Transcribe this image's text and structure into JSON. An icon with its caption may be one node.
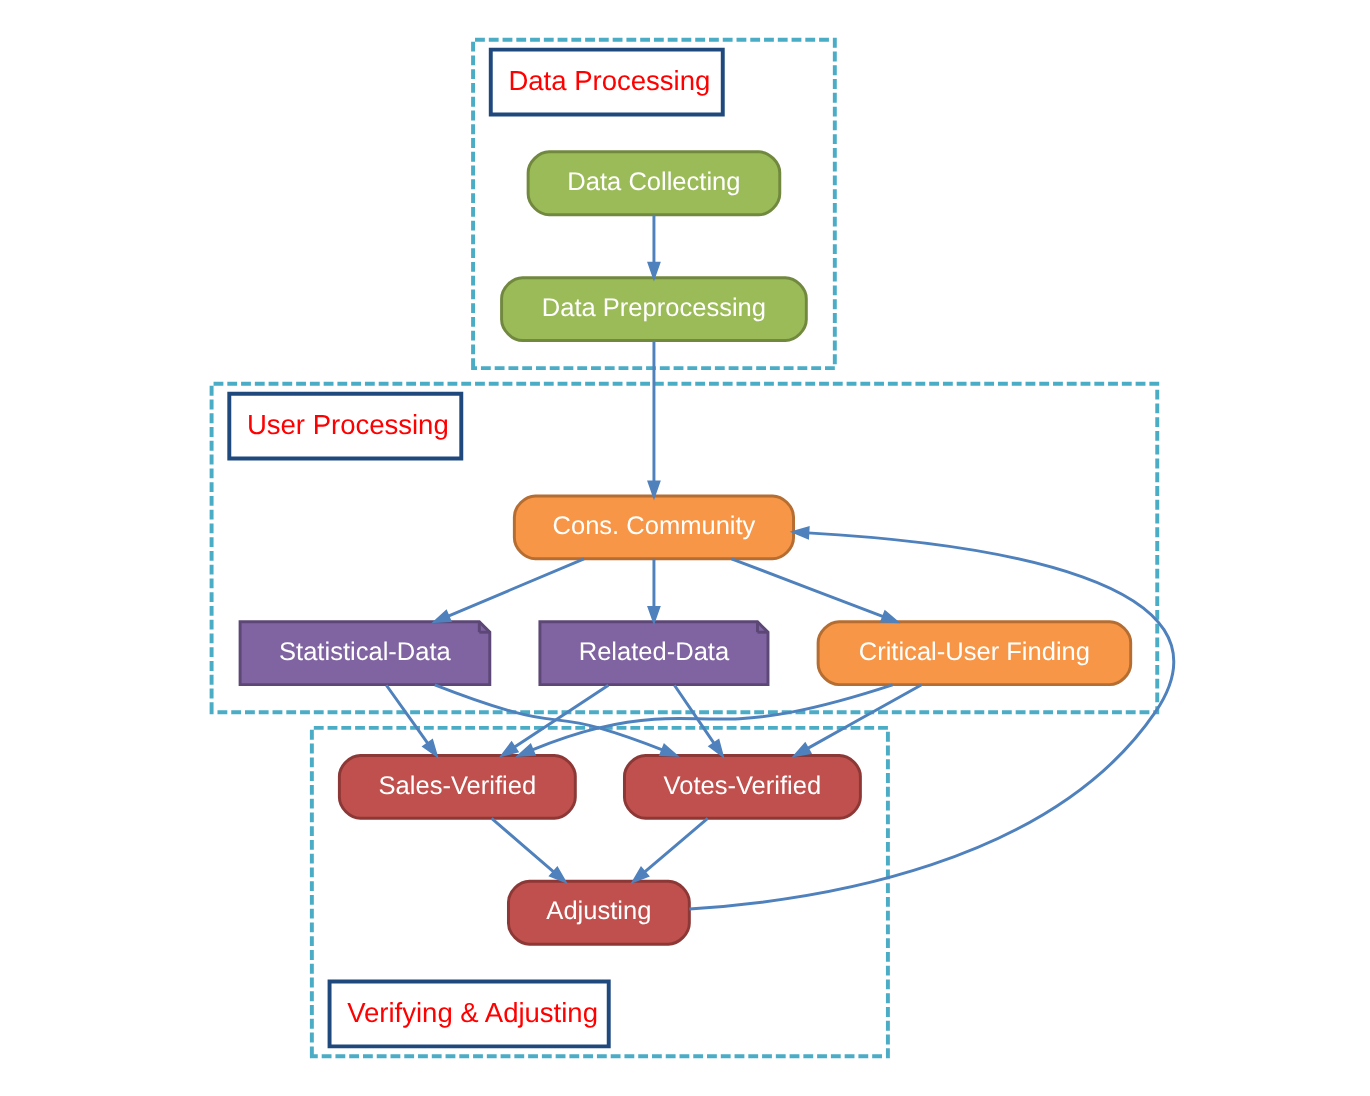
{
  "diagram": {
    "nodes": [
      {
        "text": [
          "Data Processing"
        ]
      },
      {
        "text": [
          "Data Collecting"
        ],
        "in": 0
      },
      {
        "text": [
          "Data Preprocessing"
        ],
        "in": 0
      },
      {
        "text": [
          "User Processing"
        ]
      },
      {
        "text": [
          "Cons. Community"
        ],
        "in": 3
      },
      {
        "text": [
          "Related-Data"
        ],
        "in": 3
      },
      {
        "text": [
          "Critical-User Finding"
        ],
        "in": 3
      },
      {
        "text": [
          "Statistical-Data"
        ],
        "in": 3
      },
      {
        "text": [
          "Verifying & Adjusting"
        ]
      },
      {
        "text": [
          "Votes-Verified"
        ],
        "in": 8
      },
      {
        "text": [
          "Sales-Verified"
        ],
        "in": 8
      },
      {
        "text": [
          "Adjusting"
        ],
        "in": 8
      }
    ],
    "edges": [
      {
        "from": 1,
        "to": 2,
        "arrow": "to"
      },
      {
        "from": 2,
        "to": 4,
        "arrow": "to"
      },
      {
        "from": 4,
        "to": 5,
        "arrow": "to"
      },
      {
        "from": 4,
        "to": 6,
        "arrow": "to"
      },
      {
        "from": 4,
        "to": 7,
        "arrow": "to"
      },
      {
        "from": 5,
        "to": 9,
        "arrow": "to"
      },
      {
        "from": 5,
        "to": 10,
        "arrow": "to"
      },
      {
        "from": 6,
        "to": 9,
        "arrow": "to"
      },
      {
        "from": 6,
        "to": 10,
        "arrow": "to"
      },
      {
        "from": 7,
        "to": 9,
        "arrow": "to"
      },
      {
        "from": 7,
        "to": 10,
        "arrow": "to"
      },
      {
        "from": 9,
        "to": 11,
        "arrow": "to"
      },
      {
        "from": 10,
        "to": 11,
        "arrow": "to"
      },
      {
        "from": 11,
        "to": 4,
        "arrow": "to"
      }
    ]
  }
}
